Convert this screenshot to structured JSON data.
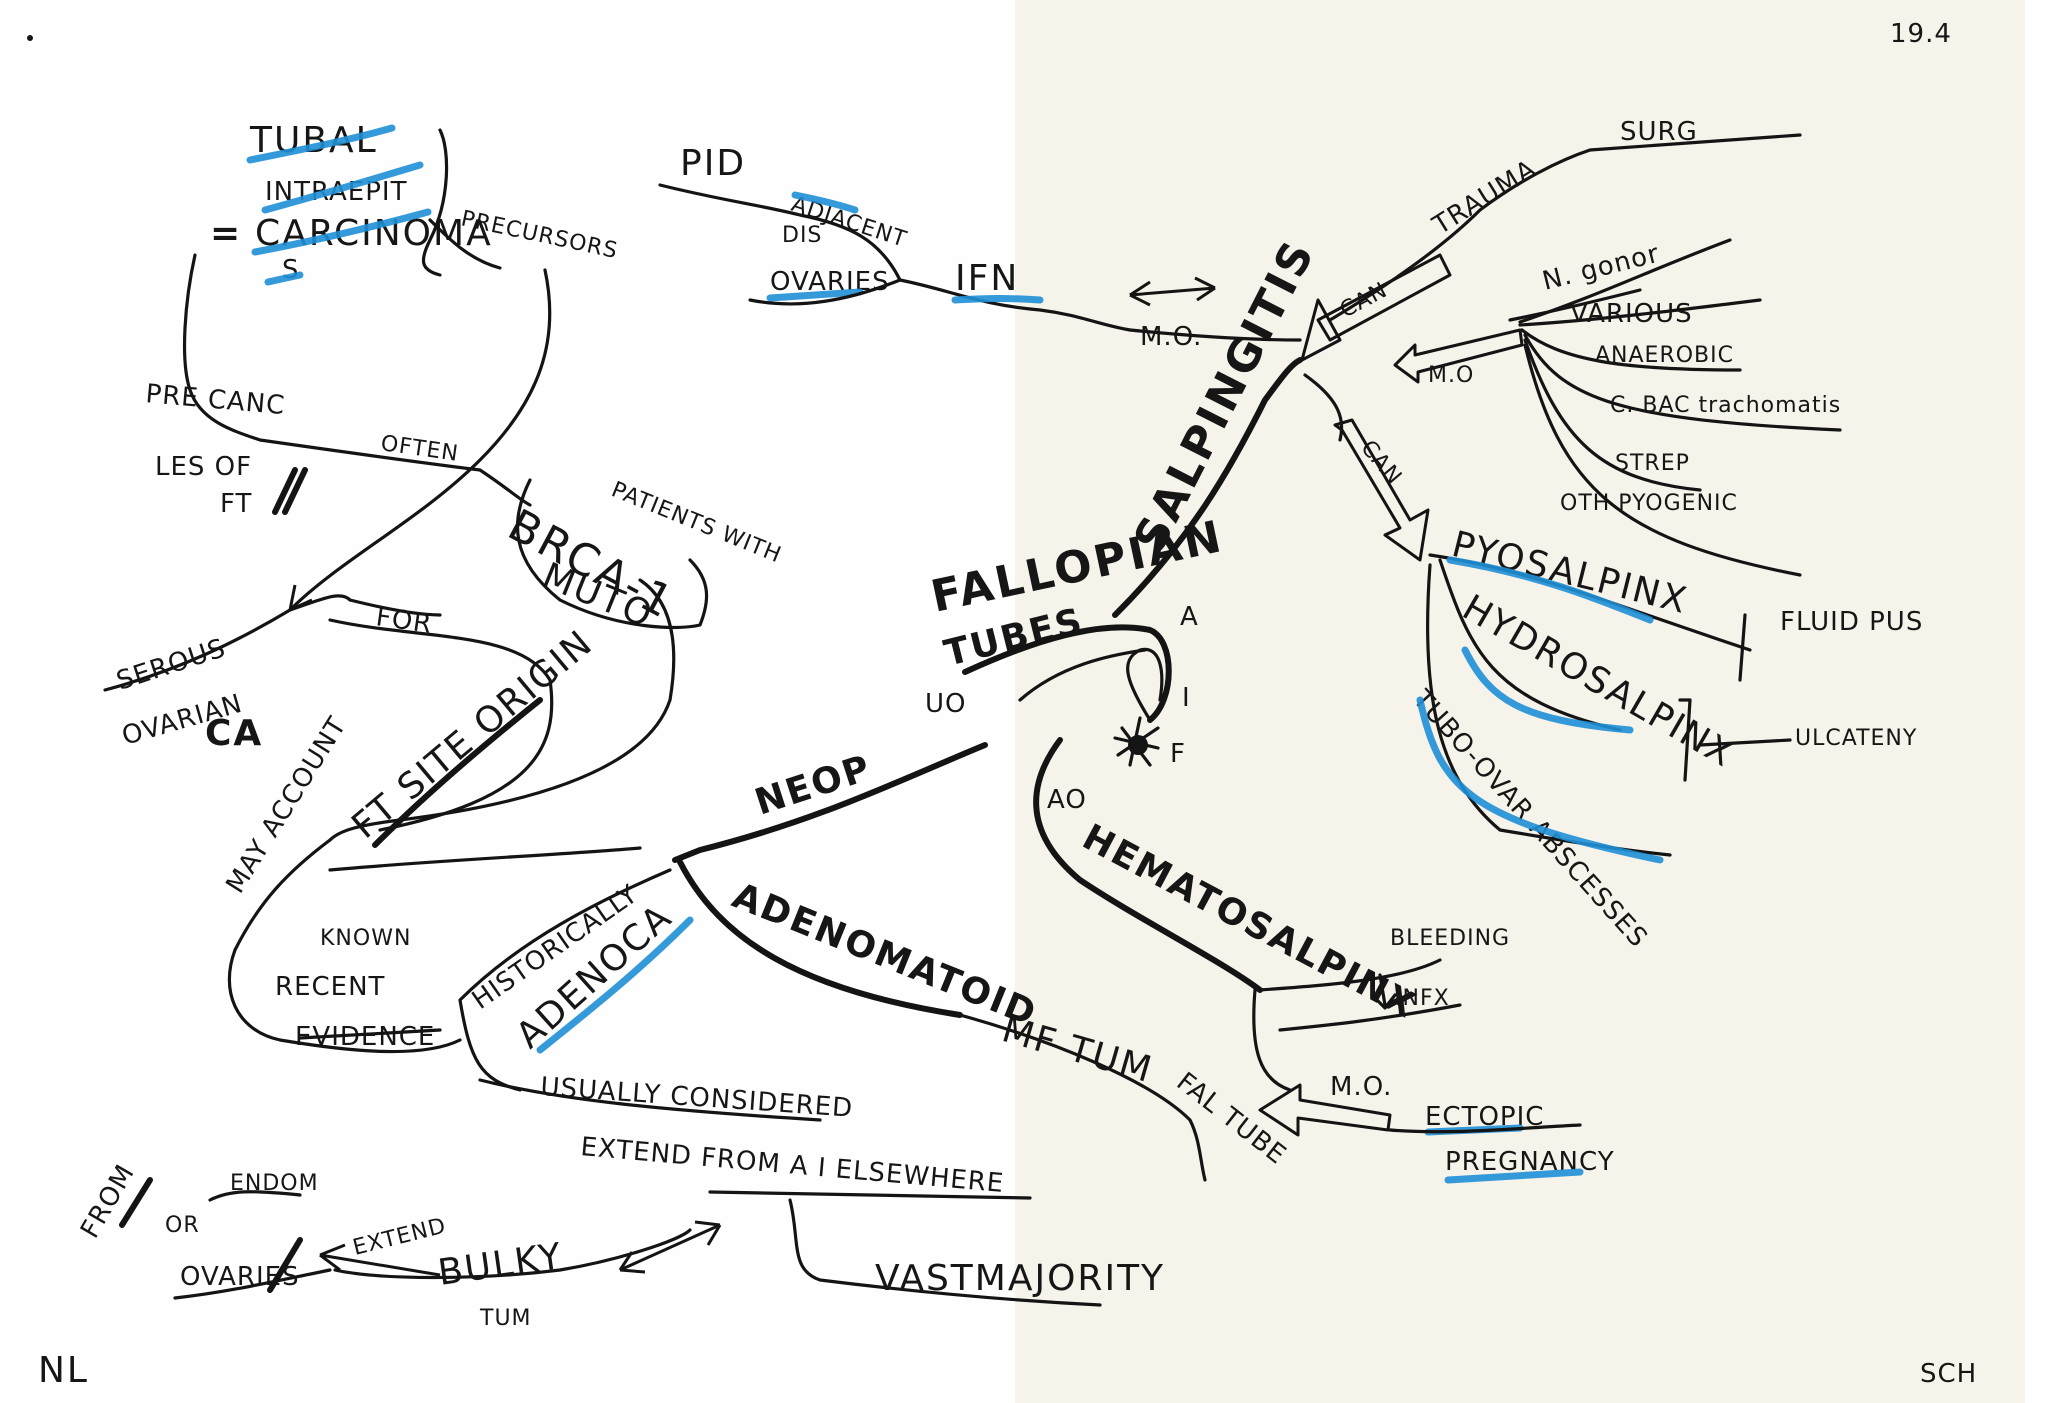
{
  "colors": {
    "ink": "#141414",
    "highlight": "#1f8fd6",
    "paper_left": "#fefefe",
    "paper_right": "#f6f3ea"
  },
  "corners": {
    "date": "19.4",
    "left_initials": "NL",
    "right_initials": "SCH"
  },
  "center": {
    "line1": "FALLOPIAN",
    "line2": "TUBES"
  },
  "salpingitis": {
    "title": "SALPINGITIS",
    "mo": "M.O.",
    "can": "CAN",
    "trauma": "TRAUMA",
    "surg": "SURG",
    "organisms": [
      "N. gonor",
      "VARIOUS",
      "ANAEROBIC",
      "C. BAC trachomatis",
      "STREP",
      "OTH PYOGENIC"
    ],
    "org_mo": "M.O",
    "can2": "CAN",
    "pyosalpinx": "PYOSALPINX",
    "hydrosalpinx": "HYDROSALPINX",
    "tubo_ovar": "TUBO-OVAR ABSCESSES",
    "fluid_pus": "FLUID PUS",
    "ulcer": "ULCATENY",
    "bleeding": "BLEEDING",
    "infx": "INFX",
    "mo2": "M.O.",
    "ectopic": "ECTOPIC",
    "pregnancy": "PREGNANCY"
  },
  "tube_parts": {
    "a": "A",
    "i": "I",
    "f": "F",
    "uo": "UO",
    "ao": "AO"
  },
  "pid_branch": {
    "pid": "PID",
    "adjacent": "ADJACENT",
    "dis": "DIS",
    "ovaries": "OVARIES",
    "ifn": "IFN",
    "mo": "M.O."
  },
  "hematosalpinx": "HEMATOSALPINX",
  "neop": {
    "title": "NEOP",
    "adenomatoid": "ADENOMATOID",
    "mf_tum": "MF TUM",
    "fal_tube": "FAL TUBE",
    "historically": "HISTORICALLY",
    "adenoca": "ADENOCA",
    "usually": "USUALLY CONSIDERED",
    "extend": "EXTEND FROM A I ELSEWHERE",
    "vast": "VASTMAJORITY",
    "bulky": "BULKY",
    "tum": "TUM",
    "extend2": "EXTEND",
    "from": "FROM",
    "or": "OR",
    "endom": "ENDOM",
    "ovaries": "OVARIES",
    "known": "KNOWN",
    "recent": "RECENT",
    "evidence": "EVIDENCE"
  },
  "tic": {
    "line1": "TUBAL",
    "line2": "INTRAEPIT",
    "line3": "CARCINOMA",
    "line4": "S",
    "equals": "=",
    "precursors": "PRECURSORS",
    "pre_canc": "PRE CANC",
    "les_of": "LES OF",
    "ft": "FT",
    "often": "OFTEN"
  },
  "brca": {
    "title": "BRCA-1",
    "muto": "MUTO",
    "patients": "PATIENTS WITH"
  },
  "serous": {
    "serous": "SEROUS",
    "ovarian": "OVARIAN",
    "ca": "CA",
    "for": "FOR",
    "may_account": "MAY ACCOUNT",
    "ft_site": "FT SITE ORIGIN"
  }
}
